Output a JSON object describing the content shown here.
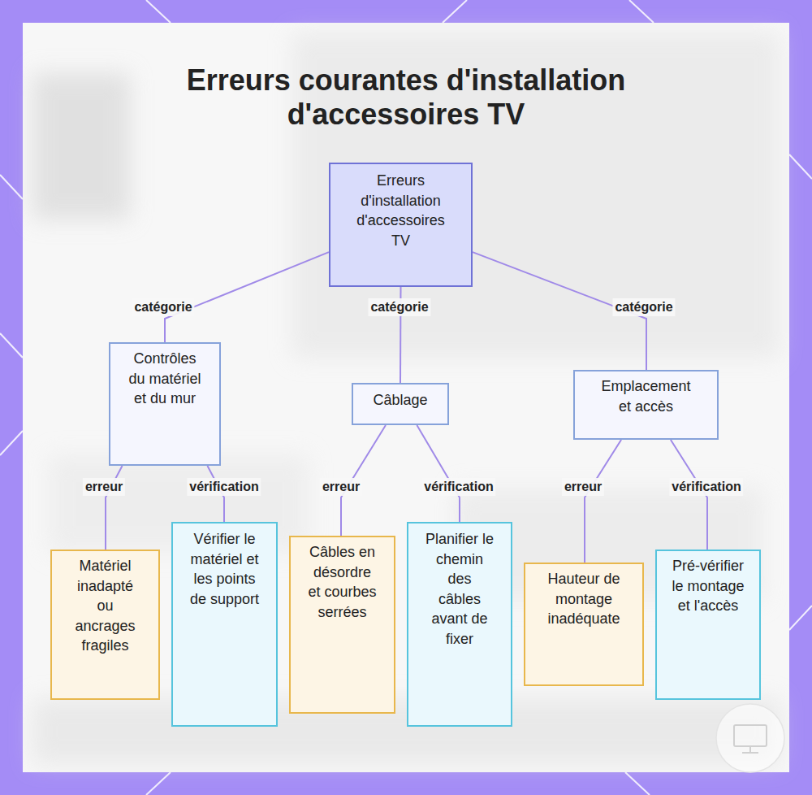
{
  "diagram": {
    "title": "Erreurs courantes d'installation d'accessoires TV",
    "nodes": [
      {
        "text": [
          "Erreurs d'installation d'accessoires TV"
        ]
      },
      {
        "text": [
          "Contrôles du matériel et du mur"
        ]
      },
      {
        "text": [
          "Câblage"
        ]
      },
      {
        "text": [
          "Emplacement et accès"
        ]
      },
      {
        "text": [
          "Matériel inadapté ou ancrages fragiles"
        ]
      },
      {
        "text": [
          "Vérifier le matériel et les points de support"
        ]
      },
      {
        "text": [
          "Câbles en désordre et courbes serrées"
        ]
      },
      {
        "text": [
          "Planifier le chemin des câbles avant de fixer"
        ]
      },
      {
        "text": [
          "Hauteur de montage inadéquate"
        ]
      },
      {
        "text": [
          "Pré-vérifier le montage et l'accès"
        ]
      }
    ],
    "edges": [
      {
        "from": 0,
        "to": 1,
        "label": "catégorie",
        "arrow": "none"
      },
      {
        "from": 0,
        "to": 2,
        "label": "catégorie",
        "arrow": "none"
      },
      {
        "from": 0,
        "to": 3,
        "label": "catégorie",
        "arrow": "none"
      },
      {
        "from": 1,
        "to": 4,
        "label": "erreur",
        "arrow": "none"
      },
      {
        "from": 1,
        "to": 5,
        "label": "vérification",
        "arrow": "none"
      },
      {
        "from": 2,
        "to": 6,
        "label": "erreur",
        "arrow": "none"
      },
      {
        "from": 2,
        "to": 7,
        "label": "vérification",
        "arrow": "none"
      },
      {
        "from": 3,
        "to": 8,
        "label": "erreur",
        "arrow": "none"
      },
      {
        "from": 3,
        "to": 9,
        "label": "vérification",
        "arrow": "none"
      }
    ]
  }
}
